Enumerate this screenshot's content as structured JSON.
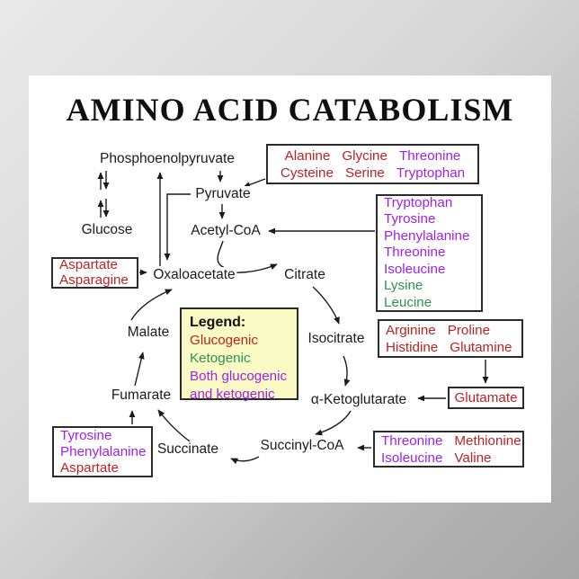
{
  "title": "AMINO ACID CATABOLISM",
  "palette": {
    "glucogenic": "#be2222",
    "ketogenic": "#2d9155",
    "both": "#a01fee"
  },
  "background": {
    "wall_top_left": "#e9e9e9",
    "wall_bottom_right": "#a7a7a7",
    "poster": "#ffffff",
    "legend_fill": "#fafac4"
  },
  "legend": {
    "heading": "Legend:",
    "items": [
      {
        "label": "Glucogenic",
        "cat": "glucogenic"
      },
      {
        "label": "Ketogenic",
        "cat": "ketogenic"
      },
      {
        "label": "Both glucogenic and ketogenic",
        "cat": "both"
      }
    ]
  },
  "nodes": {
    "phosphoenolpyruvate": "Phosphoenolpyruvate",
    "pyruvate": "Pyruvate",
    "glucose": "Glucose",
    "acetyl_coa": "Acetyl-CoA",
    "oxaloacetate": "Oxaloacetate",
    "citrate": "Citrate",
    "isocitrate": "Isocitrate",
    "alpha_ketoglutarate": "α-Ketoglutarate",
    "succinyl_coa": "Succinyl-CoA",
    "succinate": "Succinate",
    "fumarate": "Fumarate",
    "malate": "Malate"
  },
  "amino_boxes": {
    "to_pyruvate": {
      "rows": [
        [
          {
            "t": "Alanine",
            "cat": "glucogenic"
          },
          {
            "t": "Glycine",
            "cat": "glucogenic"
          },
          {
            "t": "Threonine",
            "cat": "both"
          }
        ],
        [
          {
            "t": "Cysteine",
            "cat": "glucogenic"
          },
          {
            "t": "Serine",
            "cat": "glucogenic"
          },
          {
            "t": "Tryptophan",
            "cat": "both"
          }
        ]
      ]
    },
    "to_acetyl_coa": {
      "rows": [
        [
          {
            "t": "Tryptophan",
            "cat": "both"
          }
        ],
        [
          {
            "t": "Tyrosine",
            "cat": "both"
          }
        ],
        [
          {
            "t": "Phenylalanine",
            "cat": "both"
          }
        ],
        [
          {
            "t": "Threonine",
            "cat": "both"
          }
        ],
        [
          {
            "t": "Isoleucine",
            "cat": "both"
          }
        ],
        [
          {
            "t": "Lysine",
            "cat": "ketogenic"
          }
        ],
        [
          {
            "t": "Leucine",
            "cat": "ketogenic"
          }
        ]
      ]
    },
    "to_glutamate": {
      "rows": [
        [
          {
            "t": "Arginine",
            "cat": "glucogenic"
          },
          {
            "t": "Proline",
            "cat": "glucogenic"
          }
        ],
        [
          {
            "t": "Histidine",
            "cat": "glucogenic"
          },
          {
            "t": "Glutamine",
            "cat": "glucogenic"
          }
        ]
      ]
    },
    "glutamate": {
      "rows": [
        [
          {
            "t": "Glutamate",
            "cat": "glucogenic"
          }
        ]
      ]
    },
    "to_succinyl_coa": {
      "rows": [
        [
          {
            "t": "Threonine",
            "cat": "both"
          },
          {
            "t": "Methionine",
            "cat": "glucogenic"
          }
        ],
        [
          {
            "t": "Isoleucine",
            "cat": "both"
          },
          {
            "t": "Valine",
            "cat": "glucogenic"
          }
        ]
      ]
    },
    "to_fumarate": {
      "rows": [
        [
          {
            "t": "Tyrosine",
            "cat": "both"
          }
        ],
        [
          {
            "t": "Phenylalanine",
            "cat": "both"
          }
        ],
        [
          {
            "t": "Aspartate",
            "cat": "glucogenic"
          }
        ]
      ]
    },
    "to_oxaloacetate": {
      "rows": [
        [
          {
            "t": "Aspartate",
            "cat": "glucogenic"
          }
        ],
        [
          {
            "t": "Asparagine",
            "cat": "glucogenic"
          }
        ]
      ]
    }
  }
}
